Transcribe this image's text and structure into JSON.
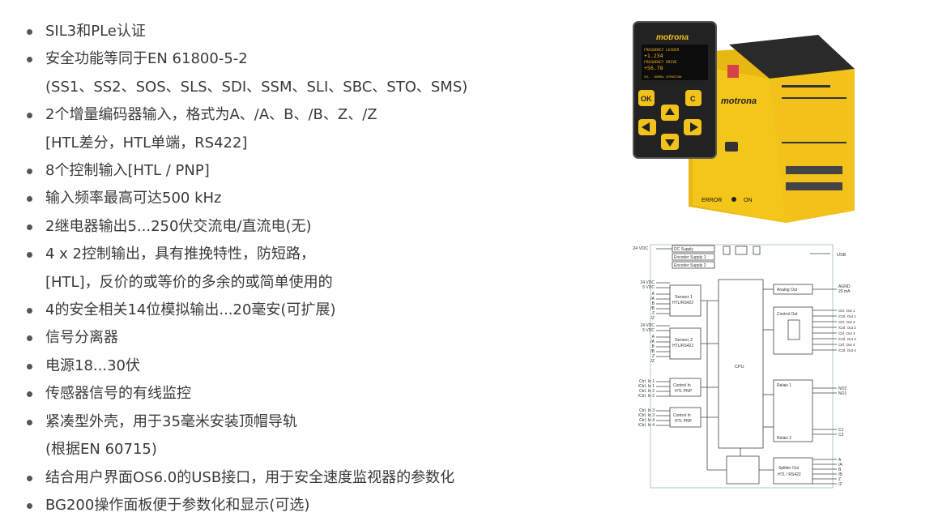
{
  "features": [
    {
      "text": "SIL3和PLe认证",
      "bullet": true
    },
    {
      "text": "安全功能等同于EN 61800-5-2",
      "bullet": true
    },
    {
      "text": "(SS1、SS2、SOS、SLS、SDI、SSM、SLI、SBC、STO、SMS)",
      "bullet": false
    },
    {
      "text": "2个增量编码器输入，格式为A、/A、B、/B、Z、/Z",
      "bullet": true
    },
    {
      "text": "[HTL差分，HTL单端，RS422]",
      "bullet": false
    },
    {
      "text": "8个控制输入[HTL / PNP]",
      "bullet": true
    },
    {
      "text": "输入频率最高可达500 kHz",
      "bullet": true
    },
    {
      "text": "2继电器输出5...250伏交流电/直流电(无)",
      "bullet": true
    },
    {
      "text": "4 x 2控制输出，具有推挽特性，防短路，",
      "bullet": true
    },
    {
      "text": "[HTL]，反价的或等价的多余的或简单使用的",
      "bullet": false
    },
    {
      "text": "4的安全相关14位模拟输出...20毫安(可扩展)",
      "bullet": true
    },
    {
      "text": "信号分离器",
      "bullet": true
    },
    {
      "text": "电源18...30伏",
      "bullet": true
    },
    {
      "text": "传感器信号的有线监控",
      "bullet": true
    },
    {
      "text": "紧凑型外壳，用于35毫米安装顶帽导轨",
      "bullet": true
    },
    {
      "text": "(根据EN 60715)",
      "bullet": false
    },
    {
      "text": "结合用户界面OS6.0的USB接口，用于安全速度监视器的参数化",
      "bullet": true
    },
    {
      "text": "BG200操作面板便于参数化和显示(可选)",
      "bullet": true
    }
  ],
  "product": {
    "brand": "motrona",
    "display_lines": [
      "FREQUENCY LEADER",
      "+1.234",
      "FREQUENCY DRIVE",
      "+56.78",
      "SSL - NORMAL OPERATION"
    ],
    "btn_ok": "OK",
    "btn_c": "C",
    "error_label": "ERROR",
    "on_label": "ON",
    "colors": {
      "yellow": "#f2c21b",
      "dark": "#1d1d1d"
    }
  },
  "diagram": {
    "top_left_label": "24 VDC",
    "supply_boxes": [
      "DC Supply",
      "Encoder Supply 1",
      "Encoder Supply 2"
    ],
    "usb_label": "USB",
    "sensor1": {
      "title": "Sensor 1",
      "sub": "HTL/RS422"
    },
    "sensor2": {
      "title": "Sensor 2",
      "sub": "HTL/RS422"
    },
    "sensor_inputs": [
      "24 VDC",
      "5 VDC",
      "A",
      "/A",
      "B",
      "/B",
      "Z",
      "/Z"
    ],
    "cpu": "CPU",
    "analog_out": "Analog Out",
    "agnd": "AGND",
    "ma": "20 mA",
    "control_out": "Control Out",
    "ctrl_outs": [
      "Ctrl. Out 1",
      "/Ctrl. Out 1",
      "Ctrl. Out 2",
      "/Ctrl. Out 2",
      "Ctrl. Out 3",
      "/Ctrl. Out 3",
      "Ctrl. Out 4",
      "/Ctrl. Out 4"
    ],
    "relais1": "Relais 1",
    "relais2": "Relais 2",
    "relay_outs_top": [
      "NO2",
      "NO1"
    ],
    "relay_outs_bottom": [
      "C1",
      "C2"
    ],
    "ctrl_in_boxes": [
      {
        "title": "Control In",
        "sub": "HTL PNP"
      },
      {
        "title": "Control In",
        "sub": "HTL PNP"
      }
    ],
    "ctrl_ins_a": [
      "Ctrl. In 1",
      "/Ctrl. In 1",
      "Ctrl. In 2",
      "/Ctrl. In 2"
    ],
    "ctrl_ins_b": [
      "Ctrl. In 3",
      "/Ctrl. In 3",
      "Ctrl. In 4",
      "/Ctrl. In 4"
    ],
    "splitter": {
      "title": "Splitter Out",
      "sub": "HTL / RS422"
    },
    "splitter_outs": [
      "A",
      "/A",
      "B",
      "/B",
      "Z",
      "/Z"
    ]
  }
}
